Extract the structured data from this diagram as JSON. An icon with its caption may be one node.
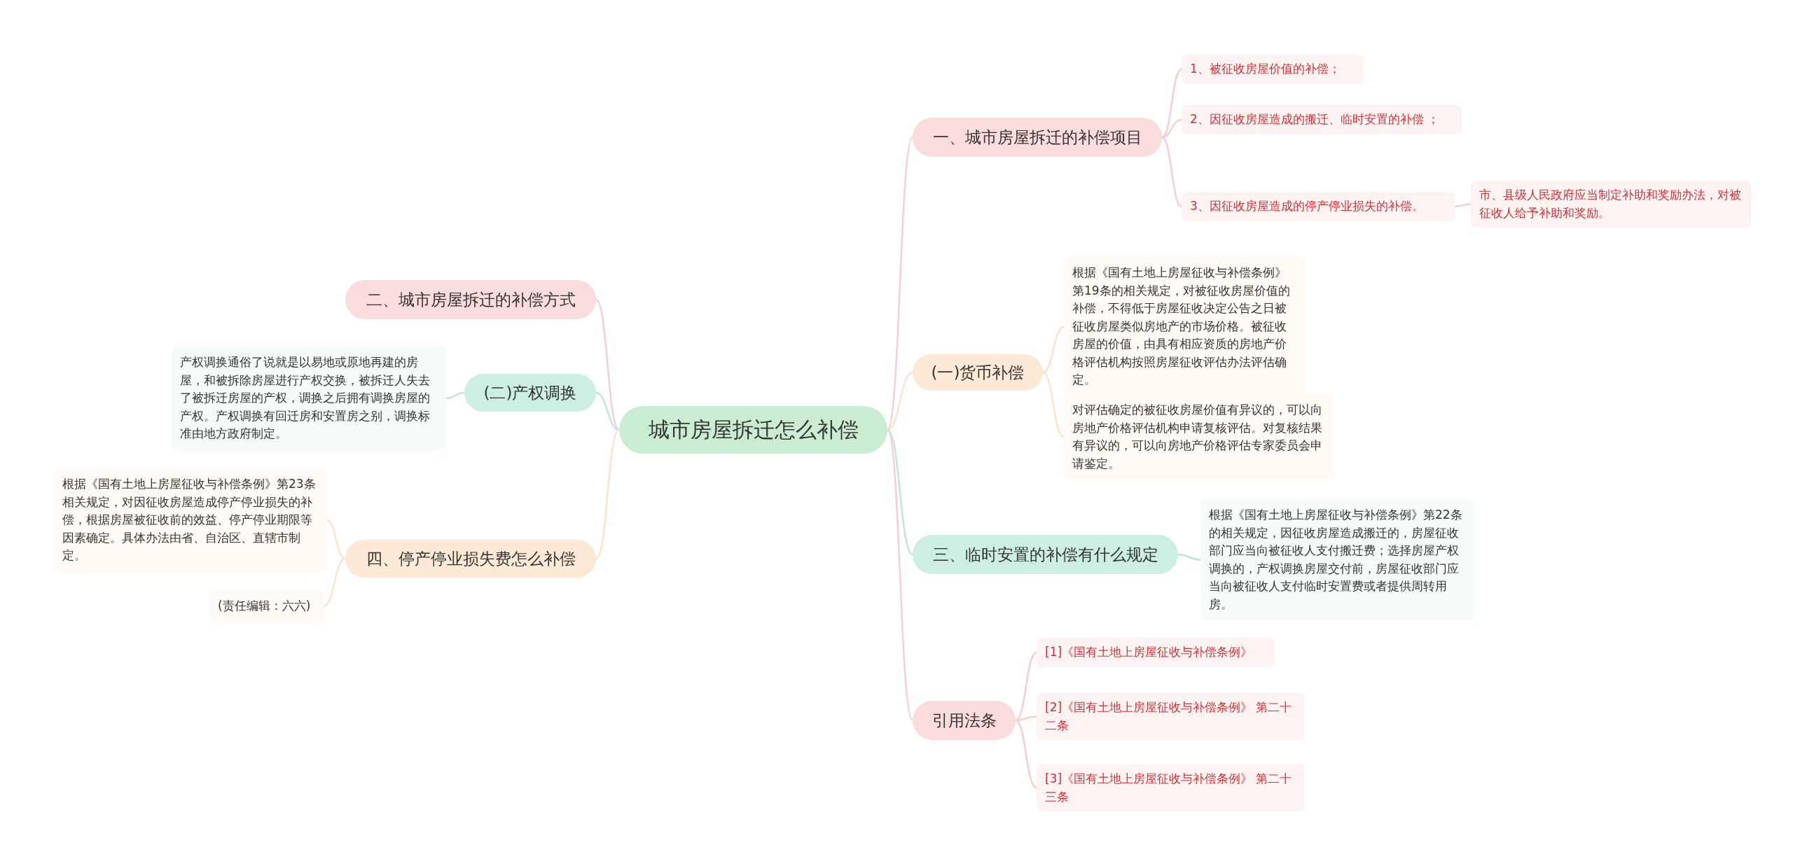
{
  "diagram": {
    "nodes": [
      {
        "text": [
          "城市房屋拆迁怎么补偿"
        ]
      },
      {
        "text": [
          "一、城市房屋拆迁的补偿项目"
        ]
      },
      {
        "text": [
          "1、被征收房屋价值的补偿；"
        ]
      },
      {
        "text": [
          "2、因征收房屋造成的搬迁、临时安置的补偿 ；"
        ]
      },
      {
        "text": [
          "3、因征收房屋造成的停产停业损失的补偿。"
        ]
      },
      {
        "text": [
          "市、县级人民政府应当制定补助和奖励办法，对被征收人给予补助和奖励。"
        ]
      },
      {
        "text": [
          "(一)货币补偿"
        ]
      },
      {
        "text": [
          "根据《国有土地上房屋征收与补偿条例》第19条的相关规定，对被征收房屋价值的补偿，不得低于房屋征收决定公告之日被征收房屋类似房地产的市场价格。被征收房屋的价值，由具有相应资质的房地产价格评估机构按照房屋征收评估办法评估确定。"
        ]
      },
      {
        "text": [
          "对评估确定的被征收房屋价值有异议的，可以向房地产价格评估机构申请复核评估。对复核结果有异议的，可以向房地产价格评估专家委员会申请鉴定。"
        ]
      },
      {
        "text": [
          "三、临时安置的补偿有什么规定"
        ]
      },
      {
        "text": [
          "根据《国有土地上房屋征收与补偿条例》第22条的相关规定，因征收房屋造成搬迁的，房屋征收部门应当向被征收人支付搬迁费；选择房屋产权调换的，产权调换房屋交付前，房屋征收部门应当向被征收人支付临时安置费或者提供周转用房。"
        ]
      },
      {
        "text": [
          "引用法条"
        ]
      },
      {
        "text": [
          "[1]《国有土地上房屋征收与补偿条例》"
        ]
      },
      {
        "text": [
          "[2]《国有土地上房屋征收与补偿条例》 第二十二条"
        ]
      },
      {
        "text": [
          "[3]《国有土地上房屋征收与补偿条例》 第二十三条"
        ]
      },
      {
        "text": [
          "二、城市房屋拆迁的补偿方式"
        ]
      },
      {
        "text": [
          "(二)产权调换"
        ]
      },
      {
        "text": [
          "产权调换通俗了说就是以易地或原地再建的房屋，和被拆除房屋进行产权交换，被拆迁人失去了被拆迁房屋的产权，调换之后拥有调换房屋的产权。产权调换有回迁房和安置房之别，调换标准由地方政府制定。"
        ]
      },
      {
        "text": [
          "四、停产停业损失费怎么补偿"
        ]
      },
      {
        "text": [
          "根据《国有土地上房屋征收与补偿条例》第23条相关规定，对因征收房屋造成停产停业损失的补偿，根据房屋被征收前的效益、停产停业期限等因素确定。具体办法由省、自治区、直辖市制定。"
        ]
      },
      {
        "text": [
          "(责任编辑：六六)"
        ]
      }
    ],
    "edges": [
      {
        "from": 0,
        "to": 1,
        "arrow": "none"
      },
      {
        "from": 1,
        "to": 2,
        "arrow": "none"
      },
      {
        "from": 1,
        "to": 3,
        "arrow": "none"
      },
      {
        "from": 1,
        "to": 4,
        "arrow": "none"
      },
      {
        "from": 4,
        "to": 5,
        "arrow": "none"
      },
      {
        "from": 0,
        "to": 6,
        "arrow": "none",
        "color": "#fbe3cc"
      },
      {
        "from": 6,
        "to": 7,
        "arrow": "none",
        "color": "#fbe3cc"
      },
      {
        "from": 6,
        "to": 8,
        "arrow": "none",
        "color": "#fbe3cc"
      },
      {
        "from": 0,
        "to": 9,
        "arrow": "none",
        "color": "#bfe6dc"
      },
      {
        "from": 9,
        "to": 10,
        "arrow": "none",
        "color": "#bfe6dc"
      },
      {
        "from": 0,
        "to": 11,
        "arrow": "none"
      },
      {
        "from": 11,
        "to": 12,
        "arrow": "none"
      },
      {
        "from": 11,
        "to": 13,
        "arrow": "none"
      },
      {
        "from": 11,
        "to": 14,
        "arrow": "none"
      },
      {
        "from": 0,
        "to": 15,
        "arrow": "none"
      },
      {
        "from": 0,
        "to": 16,
        "arrow": "none",
        "color": "#bfe6dc"
      },
      {
        "from": 16,
        "to": 17,
        "arrow": "none",
        "color": "#bfe6dc"
      },
      {
        "from": 0,
        "to": 18,
        "arrow": "none",
        "color": "#fbe3cc"
      },
      {
        "from": 18,
        "to": 19,
        "arrow": "none",
        "color": "#fbe3cc"
      },
      {
        "from": 18,
        "to": 20,
        "arrow": "none",
        "color": "#fbe3cc"
      }
    ]
  }
}
